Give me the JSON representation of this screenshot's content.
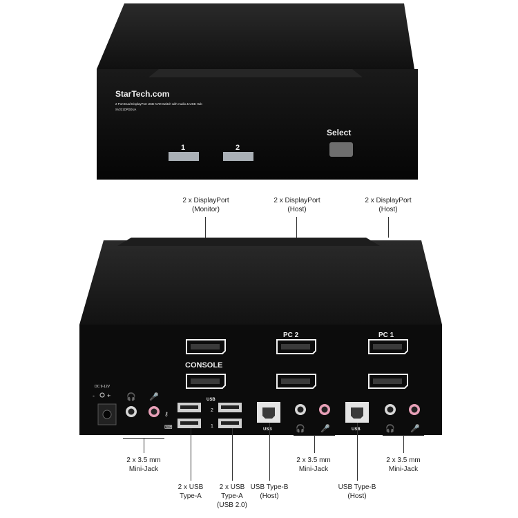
{
  "front": {
    "brand": "StarTech.com",
    "product_line": "2 Port Dual DisplayPort USB KVM Switch with Audio & USB Hub",
    "model": "SV231DPDDUA",
    "button_1": "1",
    "button_2": "2",
    "select_label": "Select"
  },
  "rear": {
    "dc_label": "DC  9-12V",
    "console_label": "CONSOLE",
    "pc2_label": "PC  2",
    "pc1_label": "PC  1",
    "usb_label_a": "USB",
    "usb_label_b": "USB",
    "usb_label_c": "USB",
    "hub_num_2": "2",
    "hub_num_1": "1"
  },
  "callouts": {
    "dp_monitor": [
      "2 x DisplayPort",
      "(Monitor)"
    ],
    "dp_host_1": [
      "2 x DisplayPort",
      "(Host)"
    ],
    "dp_host_2": [
      "2 x DisplayPort",
      "(Host)"
    ],
    "minijack_console": [
      "2 x 3.5 mm",
      "Mini-Jack"
    ],
    "usb_a": [
      "2 x USB",
      "Type-A"
    ],
    "usb_a_20": [
      "2 x USB",
      "Type-A",
      "(USB 2.0)"
    ],
    "usb_b_host_1": [
      "USB Type-B",
      "(Host)"
    ],
    "minijack_pc2": [
      "2 x 3.5 mm",
      "Mini-Jack"
    ],
    "usb_b_host_2": [
      "USB Type-B",
      "(Host)"
    ],
    "minijack_pc1": [
      "2 x 3.5 mm",
      "Mini-Jack"
    ]
  }
}
